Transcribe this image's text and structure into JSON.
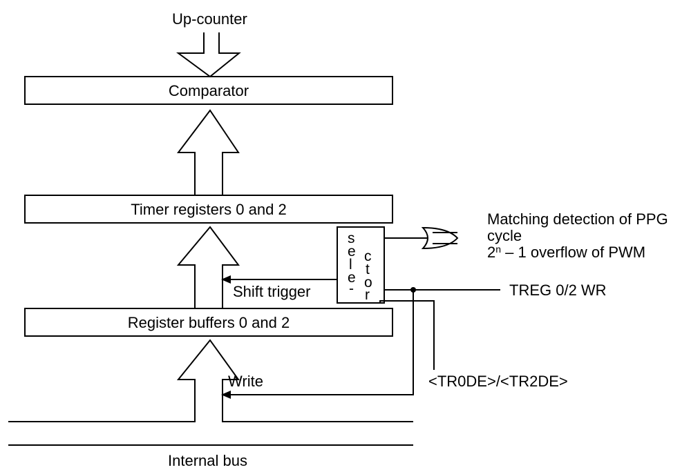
{
  "labels": {
    "up_counter": "Up-counter",
    "comparator": "Comparator",
    "timer_registers": "Timer registers 0 and 2",
    "register_buffers": "Register buffers 0 and 2",
    "shift_trigger": "Shift trigger",
    "write": "Write",
    "internal_bus": "Internal bus",
    "treg_wr": "TREG 0/2 WR",
    "tr_de": "<TR0DE>/<TR2DE>",
    "ppg_match": "Matching detection of PPG",
    "cycle": "cycle",
    "overflow_base": "2",
    "overflow_sup": "n",
    "overflow_rest": " – 1 overflow of PWM"
  },
  "selector": {
    "col1": [
      "s",
      "e",
      "l",
      "e",
      "-"
    ],
    "col2": [
      "c",
      "t",
      "o",
      "r"
    ]
  }
}
